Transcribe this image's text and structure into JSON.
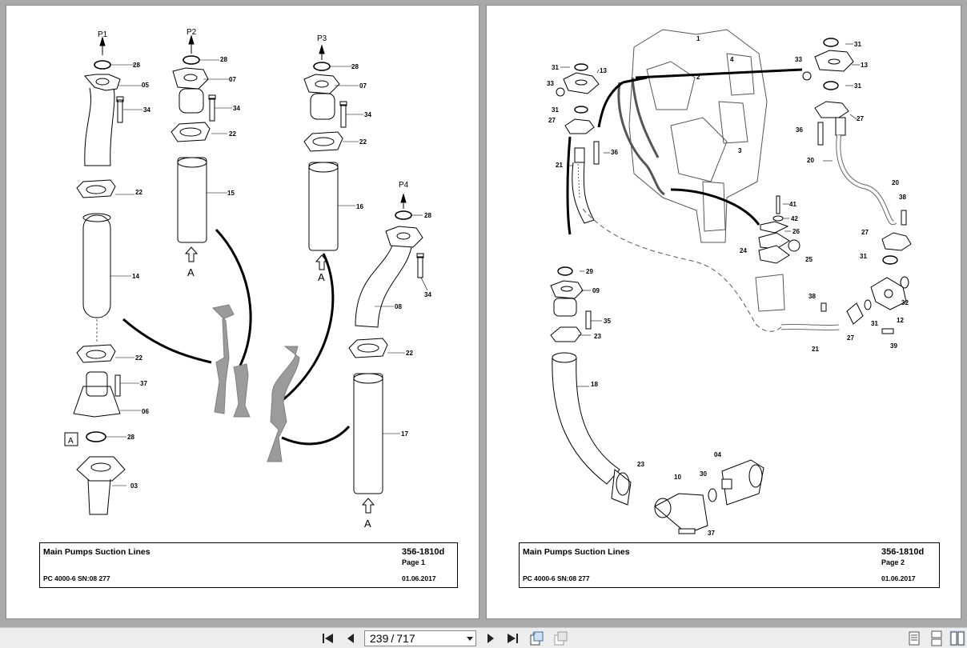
{
  "pages": [
    {
      "title": "Main Pumps Suction Lines",
      "doc_code": "356-1810d",
      "page_label": "Page 1",
      "model": "PC 4000-6 SN:08 277",
      "date": "01.06.2017",
      "markers": {
        "p1": "P1",
        "p2": "P2",
        "p3": "P3",
        "p4": "P4",
        "a": "A"
      },
      "callouts": {
        "c28": "28",
        "c05": "05",
        "c34": "34",
        "c22": "22",
        "c14": "14",
        "c37": "37",
        "c06": "06",
        "c03": "03",
        "c07": "07",
        "c15": "15",
        "c16": "16",
        "c08": "08",
        "c17": "17"
      }
    },
    {
      "title": "Main Pumps Suction Lines",
      "doc_code": "356-1810d",
      "page_label": "Page 2",
      "model": "PC 4000-6 SN:08 277",
      "date": "01.06.2017",
      "callouts": {
        "c1": "1",
        "c2": "2",
        "c3": "3",
        "c4": "4",
        "c31": "31",
        "c13": "13",
        "c33": "33",
        "c27": "27",
        "c36": "36",
        "c21": "21",
        "c20": "20",
        "c38": "38",
        "c41": "41",
        "c42": "42",
        "c26": "26",
        "c24": "24",
        "c25": "25",
        "c29": "29",
        "c09": "09",
        "c35": "35",
        "c23": "23",
        "c12": "12",
        "c32": "32",
        "c39": "39",
        "c18": "18",
        "c10": "10",
        "c30": "30",
        "c04": "04",
        "c37": "37"
      }
    }
  ],
  "toolbar": {
    "current_page": "239",
    "separator": "/",
    "total_pages": "717",
    "icons": [
      "first-page-icon",
      "previous-page-icon",
      "next-page-icon",
      "last-page-icon",
      "rotate-icon",
      "rotate-back-icon",
      "single-page-view-icon",
      "continuous-view-icon",
      "facing-pages-view-icon"
    ]
  }
}
